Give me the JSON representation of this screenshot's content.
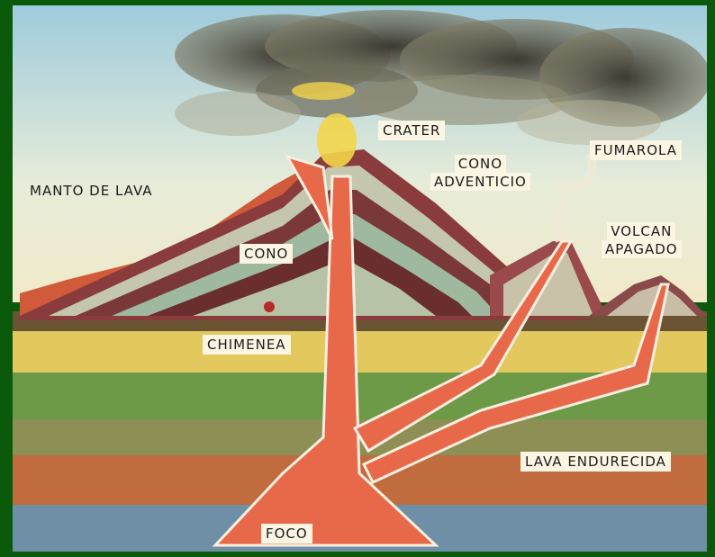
{
  "labels": {
    "crater": "CRATER",
    "fumarola": "FUMAROLA",
    "manto_de_lava": "MANTO DE LAVA",
    "cono_adventicio_1": "CONO",
    "cono_adventicio_2": "ADVENTICIO",
    "volcan_apagado_1": "VOLCAN",
    "volcan_apagado_2": "APAGADO",
    "cono": "CONO",
    "chimenea": "CHIMENEA",
    "lava_endurecida": "LAVA ENDURECIDA",
    "foco": "FOCO"
  },
  "colors": {
    "frame": "#0b5a0b",
    "lava": "#e8694a",
    "sky": "#bfdce6",
    "smoke": "#4a4a40"
  }
}
